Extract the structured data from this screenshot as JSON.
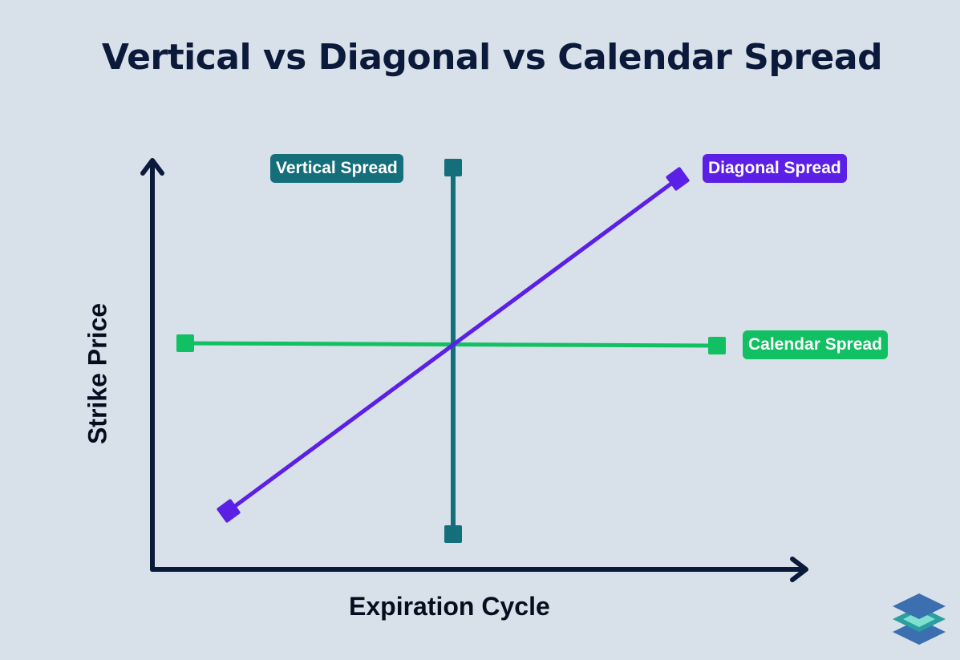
{
  "title": "Vertical vs Diagonal vs Calendar Spread",
  "axes": {
    "x_label": "Expiration Cycle",
    "y_label": "Strike Price"
  },
  "spreads": [
    {
      "name": "Vertical Spread",
      "color": "#146f7b"
    },
    {
      "name": "Diagonal Spread",
      "color": "#5b1fe6"
    },
    {
      "name": "Calendar Spread",
      "color": "#11c062"
    }
  ],
  "colors": {
    "background": "#d8e0e9",
    "axis": "#0b1a3a",
    "vertical": "#146f7b",
    "diagonal": "#5b1fe6",
    "calendar": "#11c062"
  },
  "icons": {
    "logo": "layered-stack-logo"
  }
}
